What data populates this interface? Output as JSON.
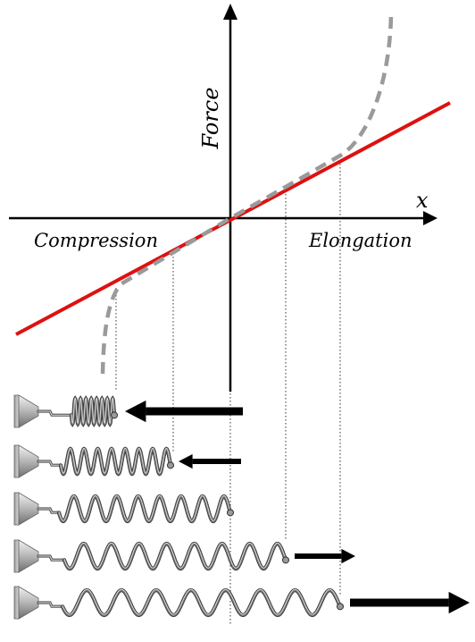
{
  "labels": {
    "y_axis": "Force",
    "x_axis": "x",
    "left_region": "Compression",
    "right_region": "Elongation"
  },
  "colors": {
    "linear_fit": "#dd1111",
    "actual_curve": "#9a9a9a",
    "axes": "#000000",
    "spring_metal": "#777777",
    "mount": "#bbbbbb"
  },
  "icons": {
    "mount": "wall-mount-cone-icon",
    "spring": "coil-spring-icon",
    "force": "force-arrow-icon"
  },
  "springs": [
    {
      "state": "strong compression"
    },
    {
      "state": "compression"
    },
    {
      "state": "rest"
    },
    {
      "state": "elongation"
    },
    {
      "state": "strong elongation"
    }
  ]
}
